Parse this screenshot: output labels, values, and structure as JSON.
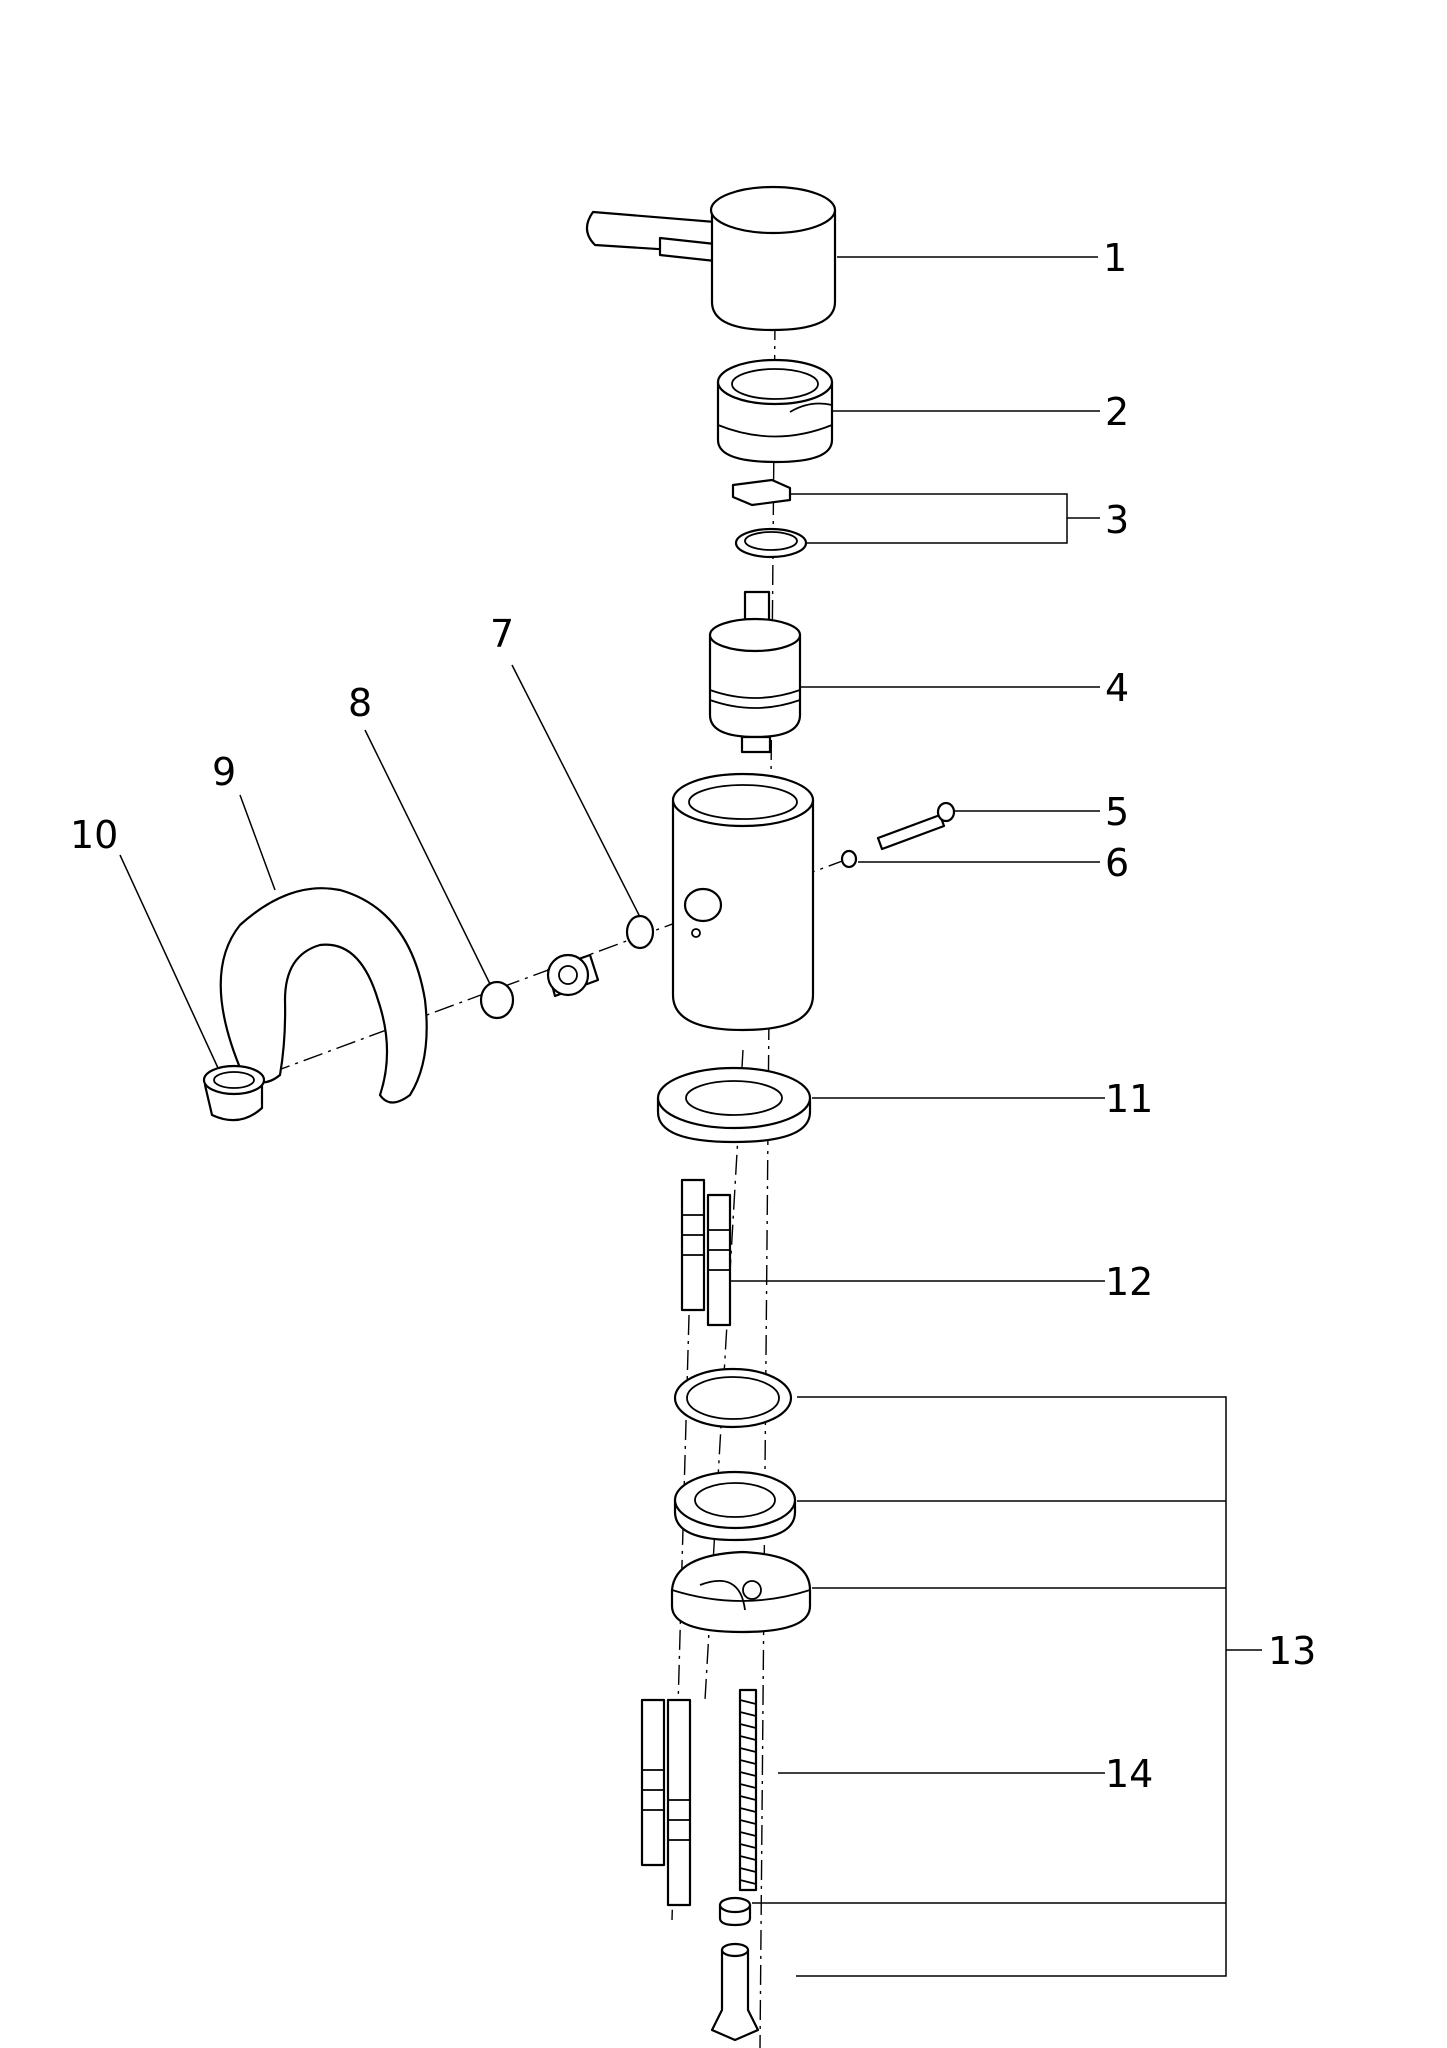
{
  "diagram": {
    "type": "exploded-parts-view",
    "callouts": [
      {
        "id": "c1",
        "number": "1"
      },
      {
        "id": "c2",
        "number": "2"
      },
      {
        "id": "c3",
        "number": "3"
      },
      {
        "id": "c4",
        "number": "4"
      },
      {
        "id": "c5",
        "number": "5"
      },
      {
        "id": "c6",
        "number": "6"
      },
      {
        "id": "c7",
        "number": "7"
      },
      {
        "id": "c8",
        "number": "8"
      },
      {
        "id": "c9",
        "number": "9"
      },
      {
        "id": "c10",
        "number": "10"
      },
      {
        "id": "c11",
        "number": "11"
      },
      {
        "id": "c12",
        "number": "12"
      },
      {
        "id": "c13",
        "number": "13"
      },
      {
        "id": "c14",
        "number": "14"
      }
    ]
  }
}
